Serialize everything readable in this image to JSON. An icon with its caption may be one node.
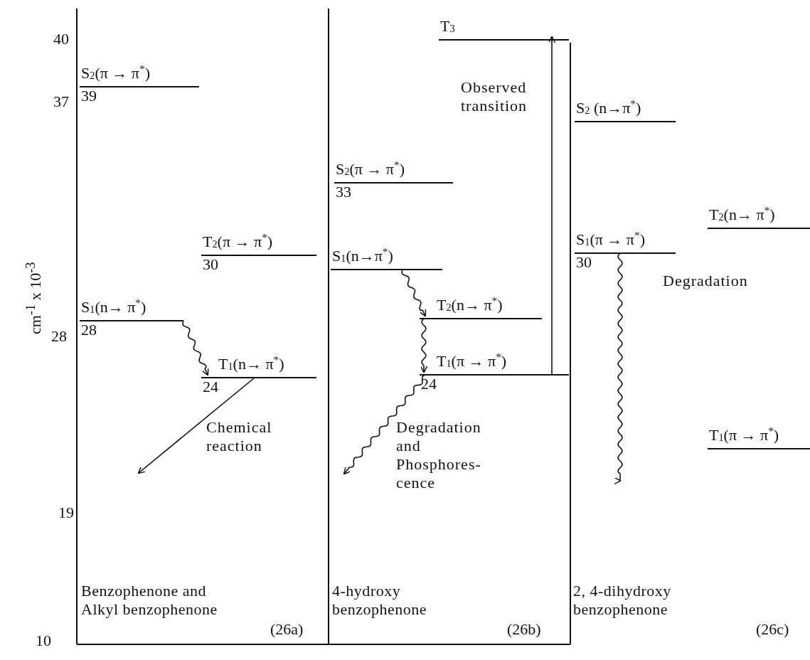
{
  "diagram": {
    "nodes": [
      {
        "text": [
          "S$_{2}$(π → π$^{*}$)",
          "39"
        ]
      },
      {
        "text": [
          "T$_{2}$(π → π$^{*}$)",
          "30"
        ]
      },
      {
        "text": [
          "S$_{1}$(n→ π$^{*}$)",
          "28"
        ]
      },
      {
        "text": [
          "T$_{1}$(n→ π$^{*}$)",
          "24"
        ]
      },
      {
        "text": [
          "T$_{3}$"
        ]
      },
      {
        "text": [
          "S$_{2}$(π → π$^{*}$)",
          "33"
        ]
      },
      {
        "text": [
          "S$_{1}$(n→π$^{*}$)"
        ]
      },
      {
        "text": [
          "T$_{2}$(n→ π$^{*}$)"
        ]
      },
      {
        "text": [
          "T$_{1}$(π → π$^{*}$)",
          "24"
        ]
      },
      {
        "text": [
          "S$_{2}$ (n→π$^{*}$)"
        ]
      },
      {
        "text": [
          "T$_{2}$(n→ π$^{*}$)"
        ]
      },
      {
        "text": [
          "S$_{1}$(π → π$^{*}$)",
          "30"
        ]
      },
      {
        "text": [
          "T$_{1}$(π → π$^{*}$)"
        ]
      }
    ],
    "edges": [
      {
        "from": 2,
        "to": 3,
        "arrow": "to"
      },
      {
        "from": 3,
        "to": null,
        "arrow": "to",
        "label": "Chemical reaction"
      },
      {
        "from": 6,
        "to": 7,
        "arrow": "to"
      },
      {
        "from": 7,
        "to": 8,
        "arrow": "to"
      },
      {
        "from": 8,
        "to": null,
        "arrow": "to",
        "label": "Degradation and Phosphores- cence"
      },
      {
        "from": 8,
        "to": 4,
        "arrow": "to",
        "label": "Observed transition"
      },
      {
        "from": 11,
        "to": null,
        "arrow": "to",
        "label": "Degradation"
      }
    ],
    "labels": [
      "40",
      "37",
      "cm$^{-1}$ x 10$^{-3}$",
      "28",
      "19",
      "Benzophenone and Alkyl benzophenone",
      "4-hydroxy benzophenone",
      "2, 4-dihydroxy benzophenone",
      "10",
      "(26a)",
      "(26b)",
      "(26c)"
    ]
  }
}
